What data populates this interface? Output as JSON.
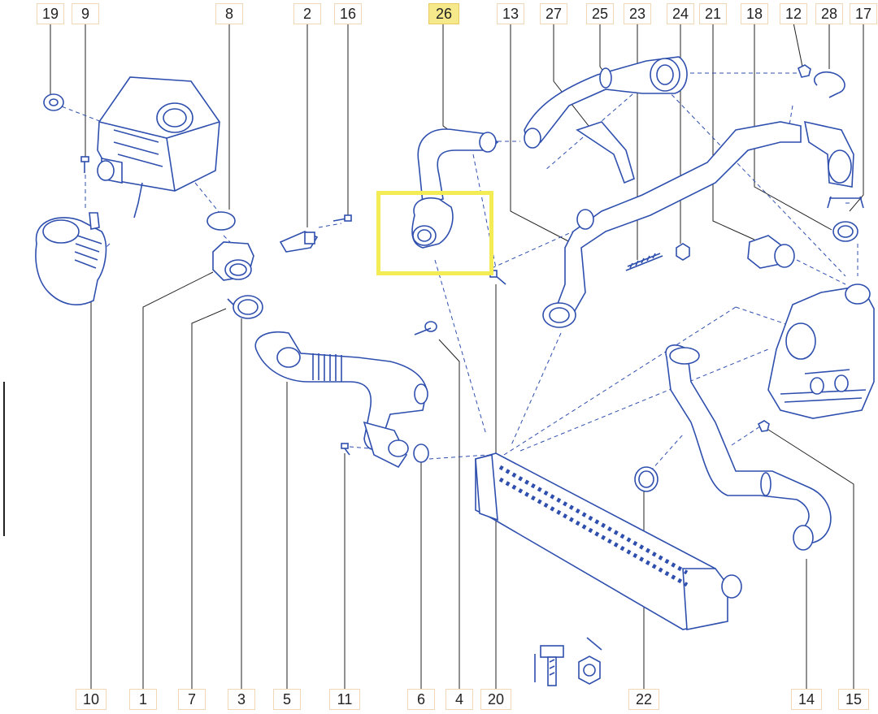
{
  "callouts_top": [
    "19",
    "9",
    "8",
    "2",
    "16",
    "26",
    "13",
    "27",
    "25",
    "23",
    "24",
    "21",
    "18",
    "12",
    "28",
    "17"
  ],
  "callouts_bottom": [
    "10",
    "1",
    "7",
    "3",
    "5",
    "11",
    "6",
    "4",
    "20",
    "22",
    "14",
    "15"
  ],
  "highlighted_part": "26",
  "colors": {
    "line": "#2f4fae",
    "accent_highlight": "#f3ec55",
    "label_border": "#f0d7b8"
  }
}
